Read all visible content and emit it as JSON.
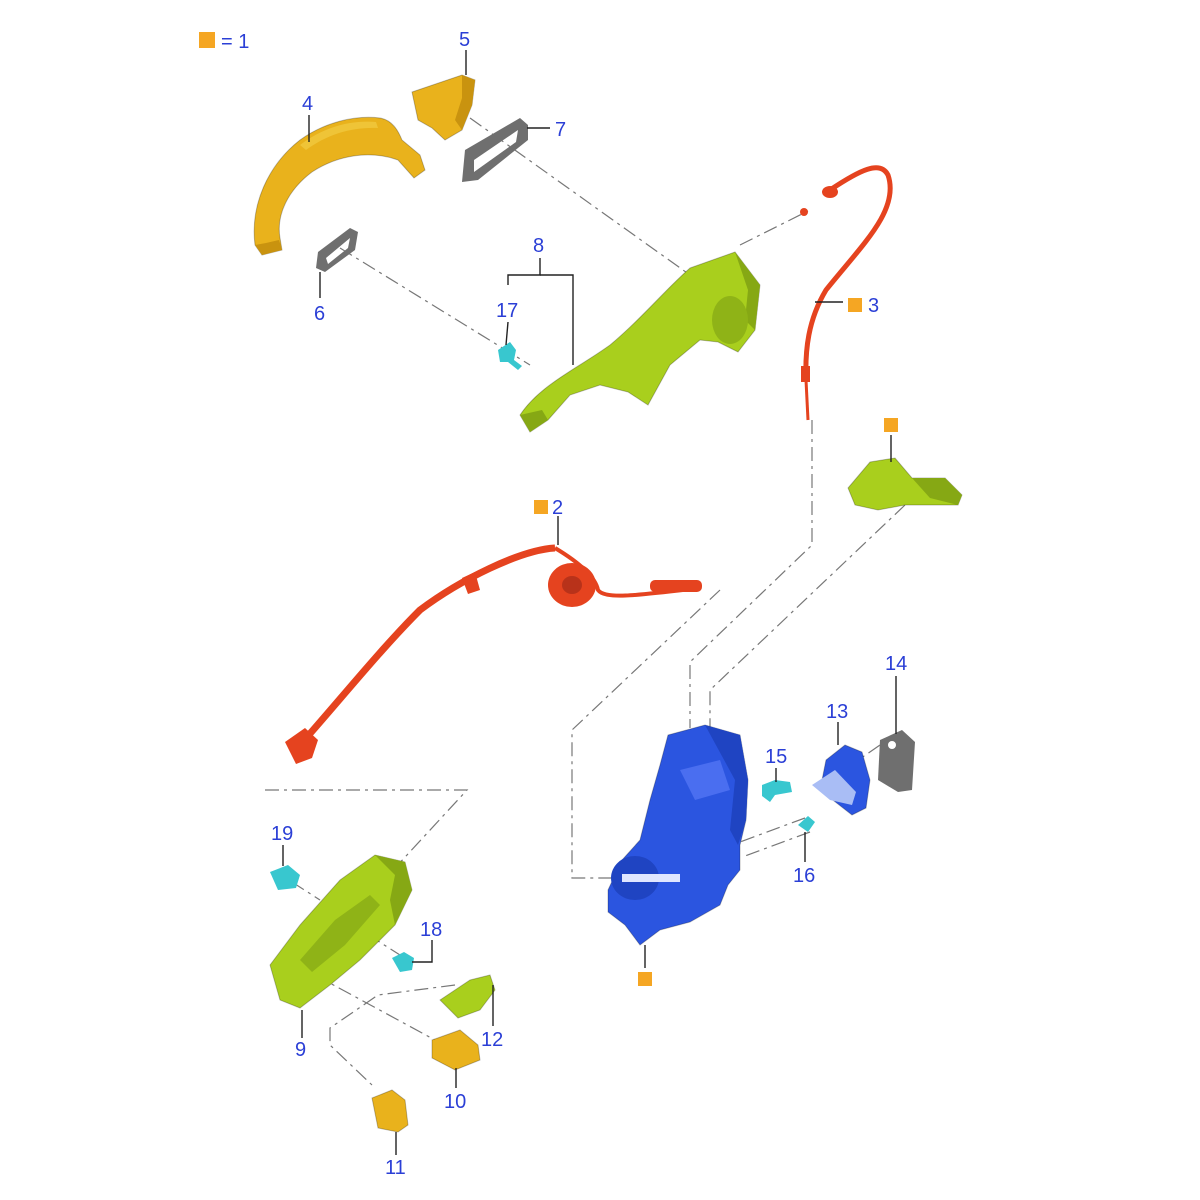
{
  "legend": {
    "marker_color": "#f5a623",
    "text": "= 1"
  },
  "colors": {
    "yellow_part": "#e9b21c",
    "green_part": "#a9cf1d",
    "red_cable": "#e5431f",
    "blue_part": "#2b55e0",
    "cyan_clip": "#38c7cf",
    "gray_gasket": "#6f6f6f",
    "callout_text": "#2b3fd6"
  },
  "callouts": [
    {
      "id": "2",
      "text": "2",
      "kit_marker": true
    },
    {
      "id": "3",
      "text": "3",
      "kit_marker": true
    },
    {
      "id": "4",
      "text": "4"
    },
    {
      "id": "5",
      "text": "5"
    },
    {
      "id": "6",
      "text": "6"
    },
    {
      "id": "7",
      "text": "7"
    },
    {
      "id": "8",
      "text": "8"
    },
    {
      "id": "9",
      "text": "9"
    },
    {
      "id": "10",
      "text": "10"
    },
    {
      "id": "11",
      "text": "11"
    },
    {
      "id": "12",
      "text": "12"
    },
    {
      "id": "13",
      "text": "13"
    },
    {
      "id": "14",
      "text": "14"
    },
    {
      "id": "15",
      "text": "15"
    },
    {
      "id": "16",
      "text": "16"
    },
    {
      "id": "17",
      "text": "17"
    },
    {
      "id": "18",
      "text": "18"
    },
    {
      "id": "19",
      "text": "19"
    }
  ],
  "kit_markers_unlabeled": [
    "bracket-top-right",
    "latch-bottom"
  ]
}
